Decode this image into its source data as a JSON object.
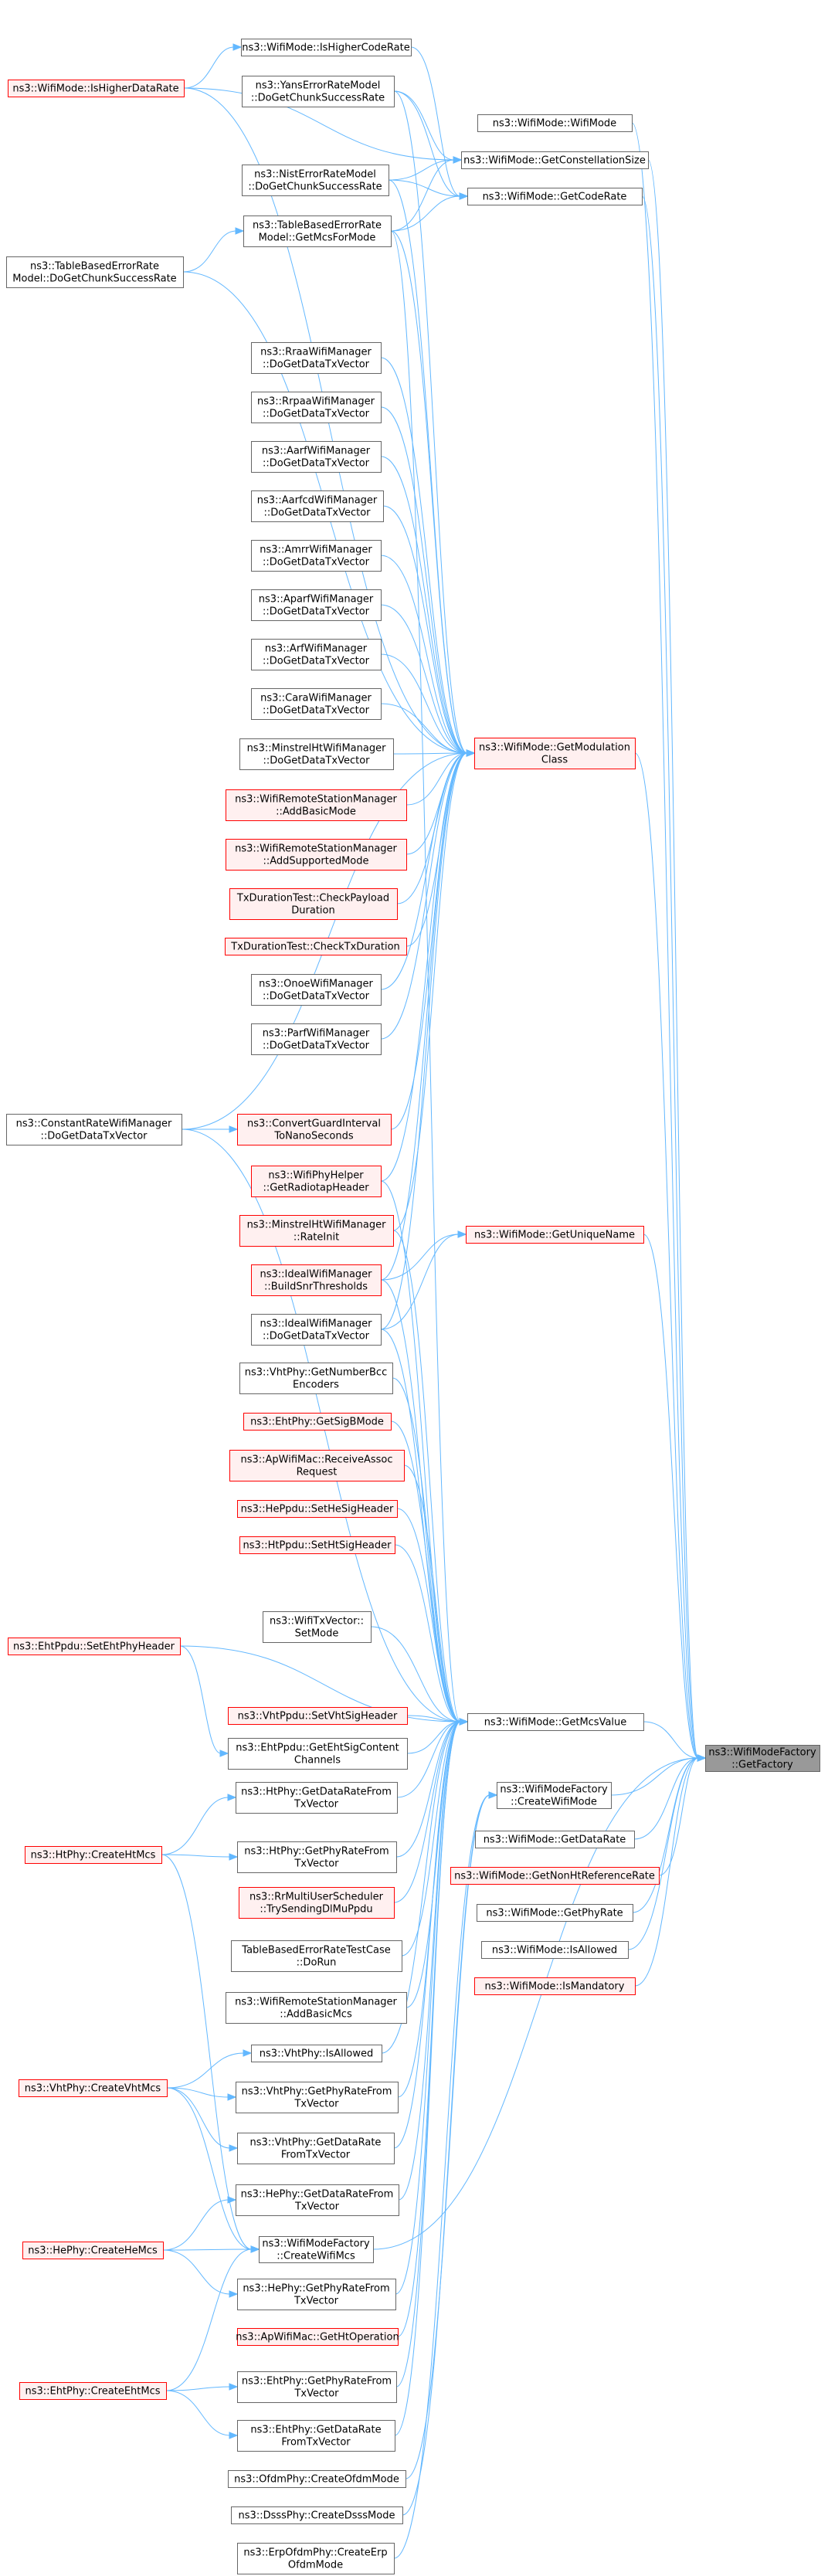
{
  "graph": {
    "colors": {
      "edge": "#63b8ff",
      "normal_fill": "#ffffff",
      "normal_border": "#666666",
      "red_fill": "#fff0f0",
      "red_border": "#ff0000",
      "root_fill": "#999999",
      "root_border": "#666666"
    },
    "root": "wmf_getfactory",
    "nodes": [
      {
        "id": "wmf_getfactory",
        "style": "root",
        "lines": [
          "ns3::WifiModeFactory",
          "::GetFactory"
        ]
      },
      {
        "id": "wm_getmcsvalue",
        "style": "normal",
        "lines": [
          "ns3::WifiMode::GetMcsValue"
        ]
      },
      {
        "id": "wmf_createwifimode",
        "style": "normal",
        "lines": [
          "ns3::WifiModeFactory",
          "::CreateWifiMode"
        ]
      },
      {
        "id": "wm_getdatarate",
        "style": "normal",
        "lines": [
          "ns3::WifiMode::GetDataRate"
        ]
      },
      {
        "id": "wm_getnonhtref",
        "style": "red",
        "lines": [
          "ns3::WifiMode::GetNonHtReferenceRate"
        ]
      },
      {
        "id": "wm_getphyrate",
        "style": "normal",
        "lines": [
          "ns3::WifiMode::GetPhyRate"
        ]
      },
      {
        "id": "wm_isallowed",
        "style": "normal",
        "lines": [
          "ns3::WifiMode::IsAllowed"
        ]
      },
      {
        "id": "wm_ismandatory",
        "style": "red",
        "lines": [
          "ns3::WifiMode::IsMandatory"
        ]
      },
      {
        "id": "wm_getuniquename",
        "style": "red",
        "lines": [
          "ns3::WifiMode::GetUniqueName"
        ]
      },
      {
        "id": "wm_getmodclass",
        "style": "red",
        "lines": [
          "ns3::WifiMode::GetModulation",
          "Class"
        ]
      },
      {
        "id": "wm_getcoderate",
        "style": "normal",
        "lines": [
          "ns3::WifiMode::GetCodeRate"
        ]
      },
      {
        "id": "wm_getconstsize",
        "style": "normal",
        "lines": [
          "ns3::WifiMode::GetConstellationSize"
        ]
      },
      {
        "id": "wm_wifimode",
        "style": "normal",
        "lines": [
          "ns3::WifiMode::WifiMode"
        ]
      },
      {
        "id": "wm_ishighercoderate",
        "style": "normal",
        "lines": [
          "ns3::WifiMode::IsHigherCodeRate"
        ]
      },
      {
        "id": "wm_ishigherdatarate",
        "style": "red",
        "lines": [
          "ns3::WifiMode::IsHigherDataRate"
        ]
      },
      {
        "id": "yans_dogetcsr",
        "style": "normal",
        "lines": [
          "ns3::YansErrorRateModel",
          "::DoGetChunkSuccessRate"
        ]
      },
      {
        "id": "nist_dogetcsr",
        "style": "normal",
        "lines": [
          "ns3::NistErrorRateModel",
          "::DoGetChunkSuccessRate"
        ]
      },
      {
        "id": "tber_getmcsformode",
        "style": "normal",
        "lines": [
          "ns3::TableBasedErrorRate",
          "Model::GetMcsForMode"
        ]
      },
      {
        "id": "tber_dogetcsr",
        "style": "normal",
        "lines": [
          "ns3::TableBasedErrorRate",
          "Model::DoGetChunkSuccessRate"
        ]
      },
      {
        "id": "rraa_dgdtv",
        "style": "normal",
        "lines": [
          "ns3::RraaWifiManager",
          "::DoGetDataTxVector"
        ]
      },
      {
        "id": "rrpaa_dgdtv",
        "style": "normal",
        "lines": [
          "ns3::RrpaaWifiManager",
          "::DoGetDataTxVector"
        ]
      },
      {
        "id": "aarf_dgdtv",
        "style": "normal",
        "lines": [
          "ns3::AarfWifiManager",
          "::DoGetDataTxVector"
        ]
      },
      {
        "id": "aarfcd_dgdtv",
        "style": "normal",
        "lines": [
          "ns3::AarfcdWifiManager",
          "::DoGetDataTxVector"
        ]
      },
      {
        "id": "amrr_dgdtv",
        "style": "normal",
        "lines": [
          "ns3::AmrrWifiManager",
          "::DoGetDataTxVector"
        ]
      },
      {
        "id": "aparf_dgdtv",
        "style": "normal",
        "lines": [
          "ns3::AparfWifiManager",
          "::DoGetDataTxVector"
        ]
      },
      {
        "id": "arf_dgdtv",
        "style": "normal",
        "lines": [
          "ns3::ArfWifiManager",
          "::DoGetDataTxVector"
        ]
      },
      {
        "id": "cara_dgdtv",
        "style": "normal",
        "lines": [
          "ns3::CaraWifiManager",
          "::DoGetDataTxVector"
        ]
      },
      {
        "id": "minstrelht_dgdtv",
        "style": "normal",
        "lines": [
          "ns3::MinstrelHtWifiManager",
          "::DoGetDataTxVector"
        ]
      },
      {
        "id": "wrsm_addbasicmode",
        "style": "red",
        "lines": [
          "ns3::WifiRemoteStationManager",
          "::AddBasicMode"
        ]
      },
      {
        "id": "wrsm_addsupportedmode",
        "style": "red",
        "lines": [
          "ns3::WifiRemoteStationManager",
          "::AddSupportedMode"
        ]
      },
      {
        "id": "txdt_checkpayload",
        "style": "red",
        "lines": [
          "TxDurationTest::CheckPayload",
          "Duration"
        ]
      },
      {
        "id": "txdt_checktx",
        "style": "red",
        "lines": [
          "TxDurationTest::CheckTxDuration"
        ]
      },
      {
        "id": "onoe_dgdtv",
        "style": "normal",
        "lines": [
          "ns3::OnoeWifiManager",
          "::DoGetDataTxVector"
        ]
      },
      {
        "id": "parf_dgdtv",
        "style": "normal",
        "lines": [
          "ns3::ParfWifiManager",
          "::DoGetDataTxVector"
        ]
      },
      {
        "id": "constrate_dgdtv",
        "style": "normal",
        "lines": [
          "ns3::ConstantRateWifiManager",
          "::DoGetDataTxVector"
        ]
      },
      {
        "id": "convertgi",
        "style": "red",
        "lines": [
          "ns3::ConvertGuardInterval",
          "ToNanoSeconds"
        ]
      },
      {
        "id": "wph_getradiotap",
        "style": "red",
        "lines": [
          "ns3::WifiPhyHelper",
          "::GetRadiotapHeader"
        ]
      },
      {
        "id": "minstrelht_rateinit",
        "style": "red",
        "lines": [
          "ns3::MinstrelHtWifiManager",
          "::RateInit"
        ]
      },
      {
        "id": "ideal_buildsnr",
        "style": "red",
        "lines": [
          "ns3::IdealWifiManager",
          "::BuildSnrThresholds"
        ]
      },
      {
        "id": "ideal_dgdtv",
        "style": "normal",
        "lines": [
          "ns3::IdealWifiManager",
          "::DoGetDataTxVector"
        ]
      },
      {
        "id": "vht_getnbcc",
        "style": "normal",
        "lines": [
          "ns3::VhtPhy::GetNumberBcc",
          "Encoders"
        ]
      },
      {
        "id": "eht_getsigbmode",
        "style": "red",
        "lines": [
          "ns3::EhtPhy::GetSigBMode"
        ]
      },
      {
        "id": "apwifimac_receiveassoc",
        "style": "red",
        "lines": [
          "ns3::ApWifiMac::ReceiveAssoc",
          "Request"
        ]
      },
      {
        "id": "heppdu_sethesig",
        "style": "red",
        "lines": [
          "ns3::HePpdu::SetHeSigHeader"
        ]
      },
      {
        "id": "htppdu_sethtsig",
        "style": "red",
        "lines": [
          "ns3::HtPpdu::SetHtSigHeader"
        ]
      },
      {
        "id": "ehtppdu_setehtphy",
        "style": "red",
        "lines": [
          "ns3::EhtPpdu::SetEhtPhyHeader"
        ]
      },
      {
        "id": "wtxv_setmode",
        "style": "normal",
        "lines": [
          "ns3::WifiTxVector::",
          "SetMode"
        ]
      },
      {
        "id": "vhtppdu_setvhtsig",
        "style": "red",
        "lines": [
          "ns3::VhtPpdu::SetVhtSigHeader"
        ]
      },
      {
        "id": "ehtppdu_getehtsigcontent",
        "style": "normal",
        "lines": [
          "ns3::EhtPpdu::GetEhtSigContent",
          "Channels"
        ]
      },
      {
        "id": "htphy_getdrftv",
        "style": "normal",
        "lines": [
          "ns3::HtPhy::GetDataRateFrom",
          "TxVector"
        ]
      },
      {
        "id": "htphy_createhtmcs",
        "style": "red",
        "lines": [
          "ns3::HtPhy::CreateHtMcs"
        ]
      },
      {
        "id": "htphy_getprftv",
        "style": "normal",
        "lines": [
          "ns3::HtPhy::GetPhyRateFrom",
          "TxVector"
        ]
      },
      {
        "id": "rrmus_trysending",
        "style": "red",
        "lines": [
          "ns3::RrMultiUserScheduler",
          "::TrySendingDlMuPpdu"
        ]
      },
      {
        "id": "tberrt_dorun",
        "style": "normal",
        "lines": [
          "TableBasedErrorRateTestCase",
          "::DoRun"
        ]
      },
      {
        "id": "wrsm_addbasicmcs",
        "style": "normal",
        "lines": [
          "ns3::WifiRemoteStationManager",
          "::AddBasicMcs"
        ]
      },
      {
        "id": "vhtphy_isallowed",
        "style": "normal",
        "lines": [
          "ns3::VhtPhy::IsAllowed"
        ]
      },
      {
        "id": "vhtphy_createvhtmcs",
        "style": "red",
        "lines": [
          "ns3::VhtPhy::CreateVhtMcs"
        ]
      },
      {
        "id": "vhtphy_getprftv",
        "style": "normal",
        "lines": [
          "ns3::VhtPhy::GetPhyRateFrom",
          "TxVector"
        ]
      },
      {
        "id": "vhtphy_getdrftv",
        "style": "normal",
        "lines": [
          "ns3::VhtPhy::GetDataRate",
          "FromTxVector"
        ]
      },
      {
        "id": "hephy_getdrftv",
        "style": "normal",
        "lines": [
          "ns3::HePhy::GetDataRateFrom",
          "TxVector"
        ]
      },
      {
        "id": "hephy_createhemcs",
        "style": "red",
        "lines": [
          "ns3::HePhy::CreateHeMcs"
        ]
      },
      {
        "id": "wmf_createwifimcs",
        "style": "normal",
        "lines": [
          "ns3::WifiModeFactory",
          "::CreateWifiMcs"
        ]
      },
      {
        "id": "hephy_getprftv",
        "style": "normal",
        "lines": [
          "ns3::HePhy::GetPhyRateFrom",
          "TxVector"
        ]
      },
      {
        "id": "apwifimac_getht",
        "style": "red",
        "lines": [
          "ns3::ApWifiMac::GetHtOperation"
        ]
      },
      {
        "id": "ehtphy_createehtmcs",
        "style": "red",
        "lines": [
          "ns3::EhtPhy::CreateEhtMcs"
        ]
      },
      {
        "id": "ehtphy_getprftv",
        "style": "normal",
        "lines": [
          "ns3::EhtPhy::GetPhyRateFrom",
          "TxVector"
        ]
      },
      {
        "id": "ehtphy_getdrftv",
        "style": "normal",
        "lines": [
          "ns3::EhtPhy::GetDataRate",
          "FromTxVector"
        ]
      },
      {
        "id": "ofdm_createofdmmode",
        "style": "normal",
        "lines": [
          "ns3::OfdmPhy::CreateOfdmMode"
        ]
      },
      {
        "id": "dsss_createdsssmode",
        "style": "normal",
        "lines": [
          "ns3::DsssPhy::CreateDsssMode"
        ]
      },
      {
        "id": "erpofdm_createerp",
        "style": "normal",
        "lines": [
          "ns3::ErpOfdmPhy::CreateErp",
          "OfdmMode"
        ]
      }
    ],
    "edges": [
      [
        "wm_getmcsvalue",
        "wmf_getfactory"
      ],
      [
        "wmf_createwifimode",
        "wmf_getfactory"
      ],
      [
        "wm_getdatarate",
        "wmf_getfactory"
      ],
      [
        "wm_getnonhtref",
        "wmf_getfactory"
      ],
      [
        "wm_getphyrate",
        "wmf_getfactory"
      ],
      [
        "wm_isallowed",
        "wmf_getfactory"
      ],
      [
        "wm_ismandatory",
        "wmf_getfactory"
      ],
      [
        "wm_getuniquename",
        "wmf_getfactory"
      ],
      [
        "wm_getmodclass",
        "wmf_getfactory"
      ],
      [
        "wm_getcoderate",
        "wmf_getfactory"
      ],
      [
        "wm_getconstsize",
        "wmf_getfactory"
      ],
      [
        "wm_wifimode",
        "wmf_getfactory"
      ],
      [
        "wm_ishighercoderate",
        "wm_getcoderate"
      ],
      [
        "wm_ishigherdatarate",
        "wm_ishighercoderate"
      ],
      [
        "wm_ishigherdatarate",
        "wm_getconstsize"
      ],
      [
        "wm_ishigherdatarate",
        "wm_getmodclass"
      ],
      [
        "yans_dogetcsr",
        "wm_getcoderate"
      ],
      [
        "yans_dogetcsr",
        "wm_getconstsize"
      ],
      [
        "yans_dogetcsr",
        "wm_getmodclass"
      ],
      [
        "nist_dogetcsr",
        "wm_getcoderate"
      ],
      [
        "nist_dogetcsr",
        "wm_getconstsize"
      ],
      [
        "nist_dogetcsr",
        "wm_getmodclass"
      ],
      [
        "tber_getmcsformode",
        "wm_getcoderate"
      ],
      [
        "tber_getmcsformode",
        "wm_getconstsize"
      ],
      [
        "tber_getmcsformode",
        "wm_getmodclass"
      ],
      [
        "tber_getmcsformode",
        "wm_getmcsvalue"
      ],
      [
        "tber_dogetcsr",
        "tber_getmcsformode"
      ],
      [
        "tber_dogetcsr",
        "wm_getmodclass"
      ],
      [
        "rraa_dgdtv",
        "wm_getmodclass"
      ],
      [
        "rrpaa_dgdtv",
        "wm_getmodclass"
      ],
      [
        "aarf_dgdtv",
        "wm_getmodclass"
      ],
      [
        "aarfcd_dgdtv",
        "wm_getmodclass"
      ],
      [
        "amrr_dgdtv",
        "wm_getmodclass"
      ],
      [
        "aparf_dgdtv",
        "wm_getmodclass"
      ],
      [
        "arf_dgdtv",
        "wm_getmodclass"
      ],
      [
        "cara_dgdtv",
        "wm_getmodclass"
      ],
      [
        "minstrelht_dgdtv",
        "wm_getmodclass"
      ],
      [
        "wrsm_addbasicmode",
        "wm_getmodclass"
      ],
      [
        "wrsm_addsupportedmode",
        "wm_getmodclass"
      ],
      [
        "txdt_checkpayload",
        "wm_getmodclass"
      ],
      [
        "txdt_checktx",
        "wm_getmodclass"
      ],
      [
        "onoe_dgdtv",
        "wm_getmodclass"
      ],
      [
        "parf_dgdtv",
        "wm_getmodclass"
      ],
      [
        "constrate_dgdtv",
        "convertgi"
      ],
      [
        "constrate_dgdtv",
        "wm_getmodclass"
      ],
      [
        "constrate_dgdtv",
        "wm_getmcsvalue"
      ],
      [
        "convertgi",
        "wm_getmodclass"
      ],
      [
        "wph_getradiotap",
        "wm_getmodclass"
      ],
      [
        "wph_getradiotap",
        "wm_getmcsvalue"
      ],
      [
        "minstrelht_rateinit",
        "wm_getmodclass"
      ],
      [
        "minstrelht_rateinit",
        "wm_getmcsvalue"
      ],
      [
        "ideal_buildsnr",
        "wm_getmodclass"
      ],
      [
        "ideal_buildsnr",
        "wm_getuniquename"
      ],
      [
        "ideal_buildsnr",
        "wm_getmcsvalue"
      ],
      [
        "ideal_dgdtv",
        "wm_getuniquename"
      ],
      [
        "ideal_dgdtv",
        "wm_getmodclass"
      ],
      [
        "ideal_dgdtv",
        "wm_getmcsvalue"
      ],
      [
        "vht_getnbcc",
        "wm_getmcsvalue"
      ],
      [
        "eht_getsigbmode",
        "wm_getmcsvalue"
      ],
      [
        "apwifimac_receiveassoc",
        "wm_getmcsvalue"
      ],
      [
        "heppdu_sethesig",
        "wm_getmcsvalue"
      ],
      [
        "htppdu_sethtsig",
        "wm_getmcsvalue"
      ],
      [
        "ehtppdu_setehtphy",
        "wm_getmcsvalue"
      ],
      [
        "ehtppdu_setehtphy",
        "ehtppdu_getehtsigcontent"
      ],
      [
        "wtxv_setmode",
        "wm_getmcsvalue"
      ],
      [
        "vhtppdu_setvhtsig",
        "wm_getmcsvalue"
      ],
      [
        "ehtppdu_getehtsigcontent",
        "wm_getmcsvalue"
      ],
      [
        "htphy_getdrftv",
        "wm_getmcsvalue"
      ],
      [
        "htphy_createhtmcs",
        "htphy_getdrftv"
      ],
      [
        "htphy_createhtmcs",
        "htphy_getprftv"
      ],
      [
        "htphy_createhtmcs",
        "wmf_createwifimcs"
      ],
      [
        "htphy_getprftv",
        "wm_getmcsvalue"
      ],
      [
        "rrmus_trysending",
        "wm_getmcsvalue"
      ],
      [
        "tberrt_dorun",
        "wm_getmcsvalue"
      ],
      [
        "wrsm_addbasicmcs",
        "wm_getmcsvalue"
      ],
      [
        "vhtphy_isallowed",
        "wm_getmcsvalue"
      ],
      [
        "vhtphy_createvhtmcs",
        "vhtphy_isallowed"
      ],
      [
        "vhtphy_createvhtmcs",
        "vhtphy_getprftv"
      ],
      [
        "vhtphy_createvhtmcs",
        "vhtphy_getdrftv"
      ],
      [
        "vhtphy_createvhtmcs",
        "wmf_createwifimcs"
      ],
      [
        "vhtphy_getprftv",
        "wm_getmcsvalue"
      ],
      [
        "vhtphy_getdrftv",
        "wm_getmcsvalue"
      ],
      [
        "hephy_getdrftv",
        "wm_getmcsvalue"
      ],
      [
        "hephy_createhemcs",
        "hephy_getdrftv"
      ],
      [
        "hephy_createhemcs",
        "wmf_createwifimcs"
      ],
      [
        "hephy_createhemcs",
        "hephy_getprftv"
      ],
      [
        "wmf_createwifimcs",
        "wmf_getfactory"
      ],
      [
        "hephy_getprftv",
        "wm_getmcsvalue"
      ],
      [
        "apwifimac_getht",
        "wm_getmcsvalue"
      ],
      [
        "ehtphy_createehtmcs",
        "wmf_createwifimcs"
      ],
      [
        "ehtphy_createehtmcs",
        "ehtphy_getprftv"
      ],
      [
        "ehtphy_createehtmcs",
        "ehtphy_getdrftv"
      ],
      [
        "ehtphy_getprftv",
        "wm_getmcsvalue"
      ],
      [
        "ehtphy_getdrftv",
        "wm_getmcsvalue"
      ],
      [
        "ofdm_createofdmmode",
        "wmf_createwifimode"
      ],
      [
        "dsss_createdsssmode",
        "wmf_createwifimode"
      ],
      [
        "erpofdm_createerp",
        "wmf_createwifimode"
      ]
    ]
  }
}
